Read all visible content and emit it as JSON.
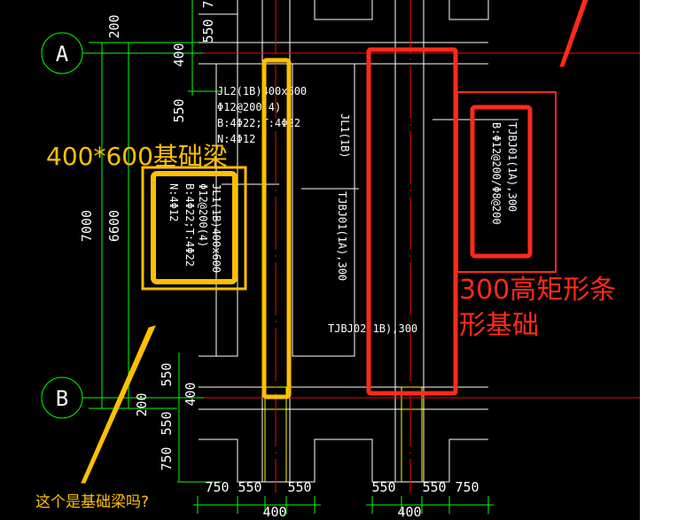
{
  "colors": {
    "background": "#000000",
    "grid_axis": "#00ff00",
    "outline": "#ffffff",
    "centerline": "#ff0000",
    "column": "#ffff00",
    "annotation_yellow": "#ffc000",
    "annotation_red": "#ff2a1a"
  },
  "axes": {
    "a": "A",
    "b": "B"
  },
  "dimensions": {
    "left_top": [
      "200",
      "550",
      "400",
      "550"
    ],
    "left_total": [
      "7000",
      "6600"
    ],
    "left_bottom": [
      "550",
      "400",
      "550",
      "750",
      "200"
    ],
    "top_cut": "7",
    "bottom_left": [
      "750",
      "550",
      "550"
    ],
    "bottom_left_total": "400",
    "bottom_right": [
      "550",
      "550",
      "750"
    ],
    "bottom_right_total": "400"
  },
  "labels": {
    "jl2": [
      "JL2(1B)400x600",
      "Φ12@200(4)",
      "B:4Φ22;T:4Φ22",
      "N:4Φ12"
    ],
    "jl1": [
      "JL1(1B)400x600",
      "Φ12@200(4)",
      "B:4Φ22;T:4Φ22",
      "N:4Φ12"
    ],
    "jl1_short": "JL1(1B)",
    "tjbj01_mid": "TJBJ01(1A),300",
    "tjbj02": "TJBJ02(1B),300",
    "tjbj01_right": "TJBJ01(1A),300",
    "tjbj01_right_rebar": "B:Φ12@200/Φ8@200"
  },
  "annotations": {
    "beam_title": "400*600基础梁",
    "question": "这个是基础梁吗?",
    "strip_line1": "300高矩形条",
    "strip_line2": "形基础"
  }
}
